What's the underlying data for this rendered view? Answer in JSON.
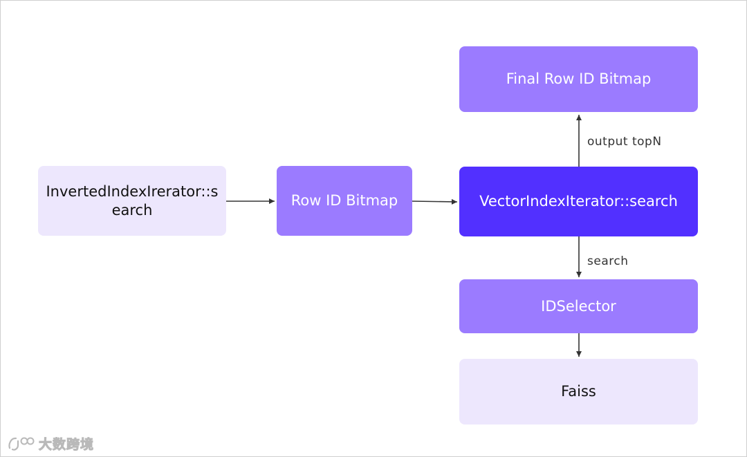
{
  "diagram": {
    "nodes": {
      "inverted_iterator": {
        "label": "InvertedIndexIrerator::search"
      },
      "row_id_bitmap": {
        "label": "Row ID Bitmap"
      },
      "vector_iterator": {
        "label": "VectorIndexIterator::search"
      },
      "final_bitmap": {
        "label": "Final Row ID Bitmap"
      },
      "id_selector": {
        "label": "IDSelector"
      },
      "faiss": {
        "label": "Faiss"
      }
    },
    "edges": {
      "output_topn": {
        "label": "output topN"
      },
      "search": {
        "label": "search"
      }
    },
    "colors": {
      "light_box": "#ede7fd",
      "mid_box": "#9b7bff",
      "dark_box": "#5230ff",
      "arrow": "#333333"
    }
  },
  "watermark": {
    "logo_icon": "link-chain-logo",
    "text": "大数跨境"
  }
}
